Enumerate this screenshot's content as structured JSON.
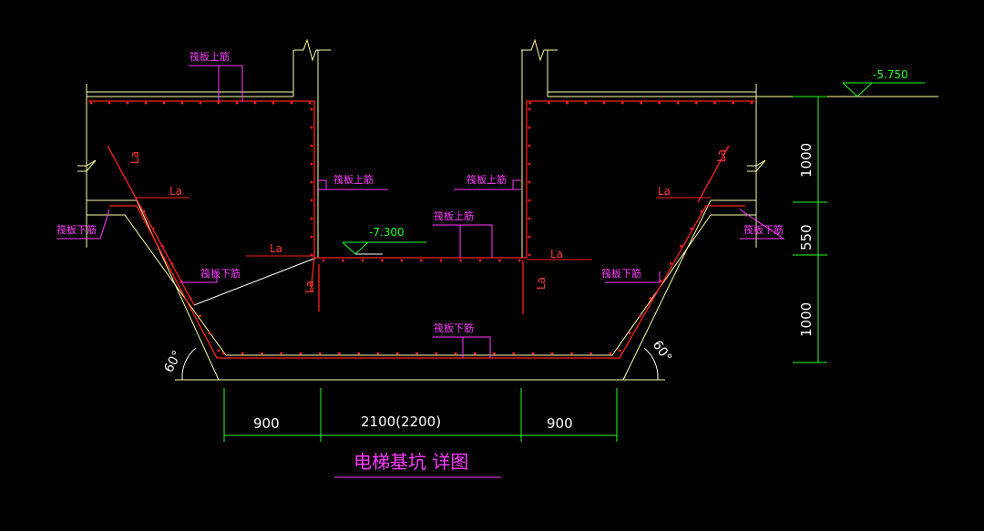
{
  "drawing": {
    "title": "电梯基坑 详图",
    "elevations": {
      "top": "-5.750",
      "pit": "-7.300"
    },
    "rebar_labels": {
      "upper_left": "筏板上筋",
      "upper_center_left": "筏板上筋",
      "upper_center_right": "筏板上筋",
      "upper_center_mid": "筏板上筋",
      "lower_left": "筏板下筋",
      "lower_right": "筏板下筋",
      "lower_slope_left": "筏板下筋",
      "lower_slope_right": "筏板下筋",
      "lower_bottom": "筏板下筋"
    },
    "anchorage": "La",
    "angles": {
      "left": "60°",
      "right": "60°"
    },
    "dims_horizontal": [
      "900",
      "2100(2200)",
      "900"
    ],
    "dims_vertical": [
      "1000",
      "550",
      "1000"
    ]
  },
  "colors": {
    "background": "#000000",
    "concrete": "#ffffaa",
    "rebar": "#ff2020",
    "annotation": "#ff3cff",
    "dimension": "#20ff20",
    "text": "#ffffff"
  }
}
